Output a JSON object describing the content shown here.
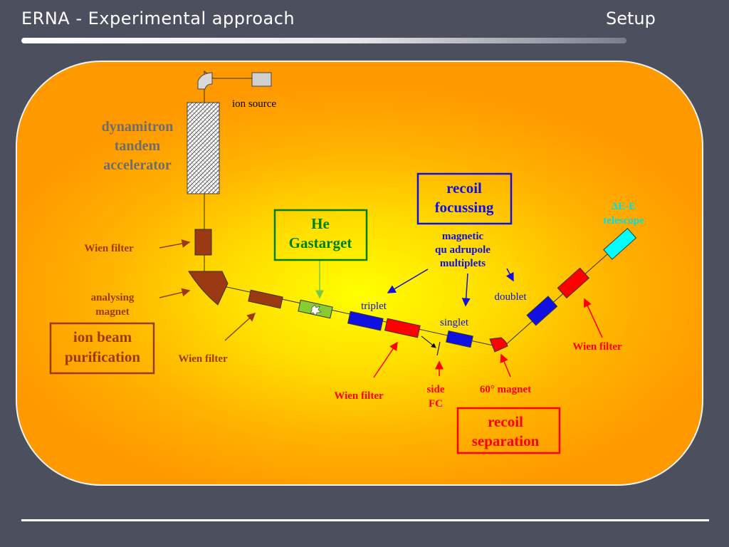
{
  "header": {
    "title": "ERNA - Experimental approach",
    "section": "Setup"
  },
  "diagram": {
    "ion_source": "ion source",
    "accelerator": [
      "dynamitron",
      "tandem",
      "accelerator"
    ],
    "wien_filter": "Wien filter",
    "analysing_magnet": [
      "analysing",
      "magnet"
    ],
    "ion_beam_purification": [
      "ion beam",
      "purification"
    ],
    "he_gastarget": [
      "He",
      "Gastarget"
    ],
    "recoil_focussing": [
      "recoil",
      "focussing"
    ],
    "quadrupole_multiplets": [
      "magnetic",
      "qu adrupole",
      "multiplets"
    ],
    "triplet": "triplet",
    "singlet": "singlet",
    "doublet": "doublet",
    "side_fc": [
      "side",
      "FC"
    ],
    "magnet_60": "60° magnet",
    "recoil_separation": [
      "recoil",
      "separation"
    ],
    "telescope": [
      "ΔE-E",
      "telescope"
    ]
  },
  "colors": {
    "background": "#4b4f5e",
    "panel_center": "#ffff00",
    "panel_edge": "#ff9900",
    "brown": "#9b3a12",
    "blue": "#1010e0",
    "red": "#ff0000",
    "green": "#008000",
    "cyan": "#00ffff",
    "gray_text": "#6d6d6d"
  }
}
